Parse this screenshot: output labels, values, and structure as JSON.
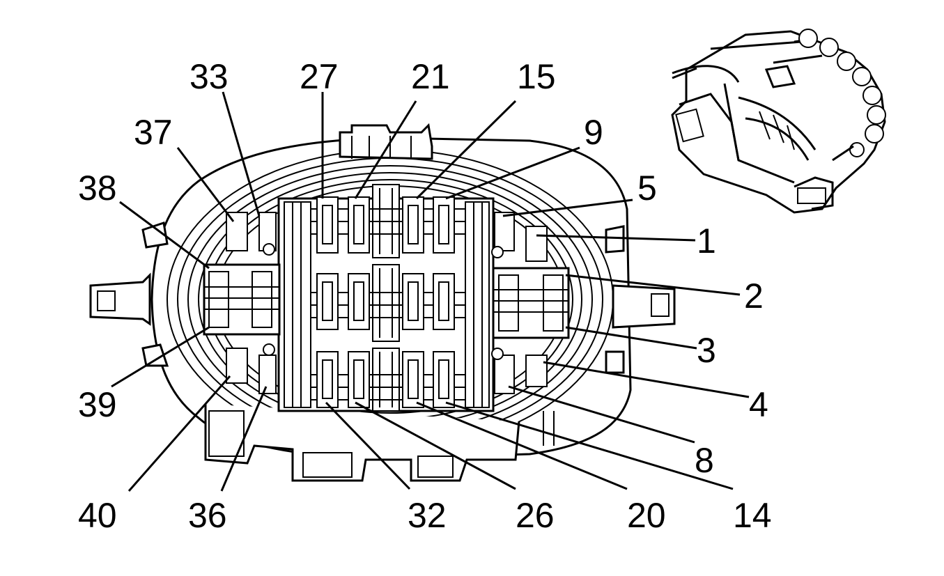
{
  "pin_labels": [
    {
      "id": "33",
      "text": "33"
    },
    {
      "id": "27",
      "text": "27"
    },
    {
      "id": "21",
      "text": "21"
    },
    {
      "id": "15",
      "text": "15"
    },
    {
      "id": "37",
      "text": "37"
    },
    {
      "id": "9",
      "text": "9"
    },
    {
      "id": "38",
      "text": "38"
    },
    {
      "id": "5",
      "text": "5"
    },
    {
      "id": "1",
      "text": "1"
    },
    {
      "id": "2",
      "text": "2"
    },
    {
      "id": "3",
      "text": "3"
    },
    {
      "id": "39",
      "text": "39"
    },
    {
      "id": "4",
      "text": "4"
    },
    {
      "id": "8",
      "text": "8"
    },
    {
      "id": "40",
      "text": "40"
    },
    {
      "id": "36",
      "text": "36"
    },
    {
      "id": "32",
      "text": "32"
    },
    {
      "id": "26",
      "text": "26"
    },
    {
      "id": "20",
      "text": "20"
    },
    {
      "id": "14",
      "text": "14"
    }
  ]
}
